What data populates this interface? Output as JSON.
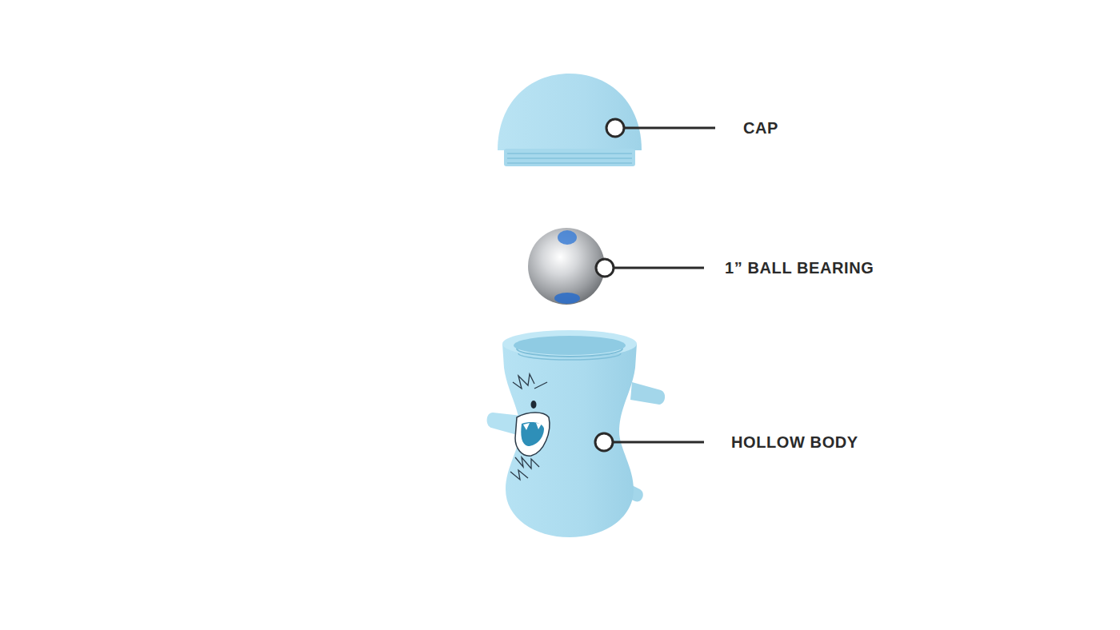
{
  "diagram": {
    "labels": [
      "CAP",
      "1” BALL BEARING",
      "HOLLOW BODY"
    ]
  }
}
